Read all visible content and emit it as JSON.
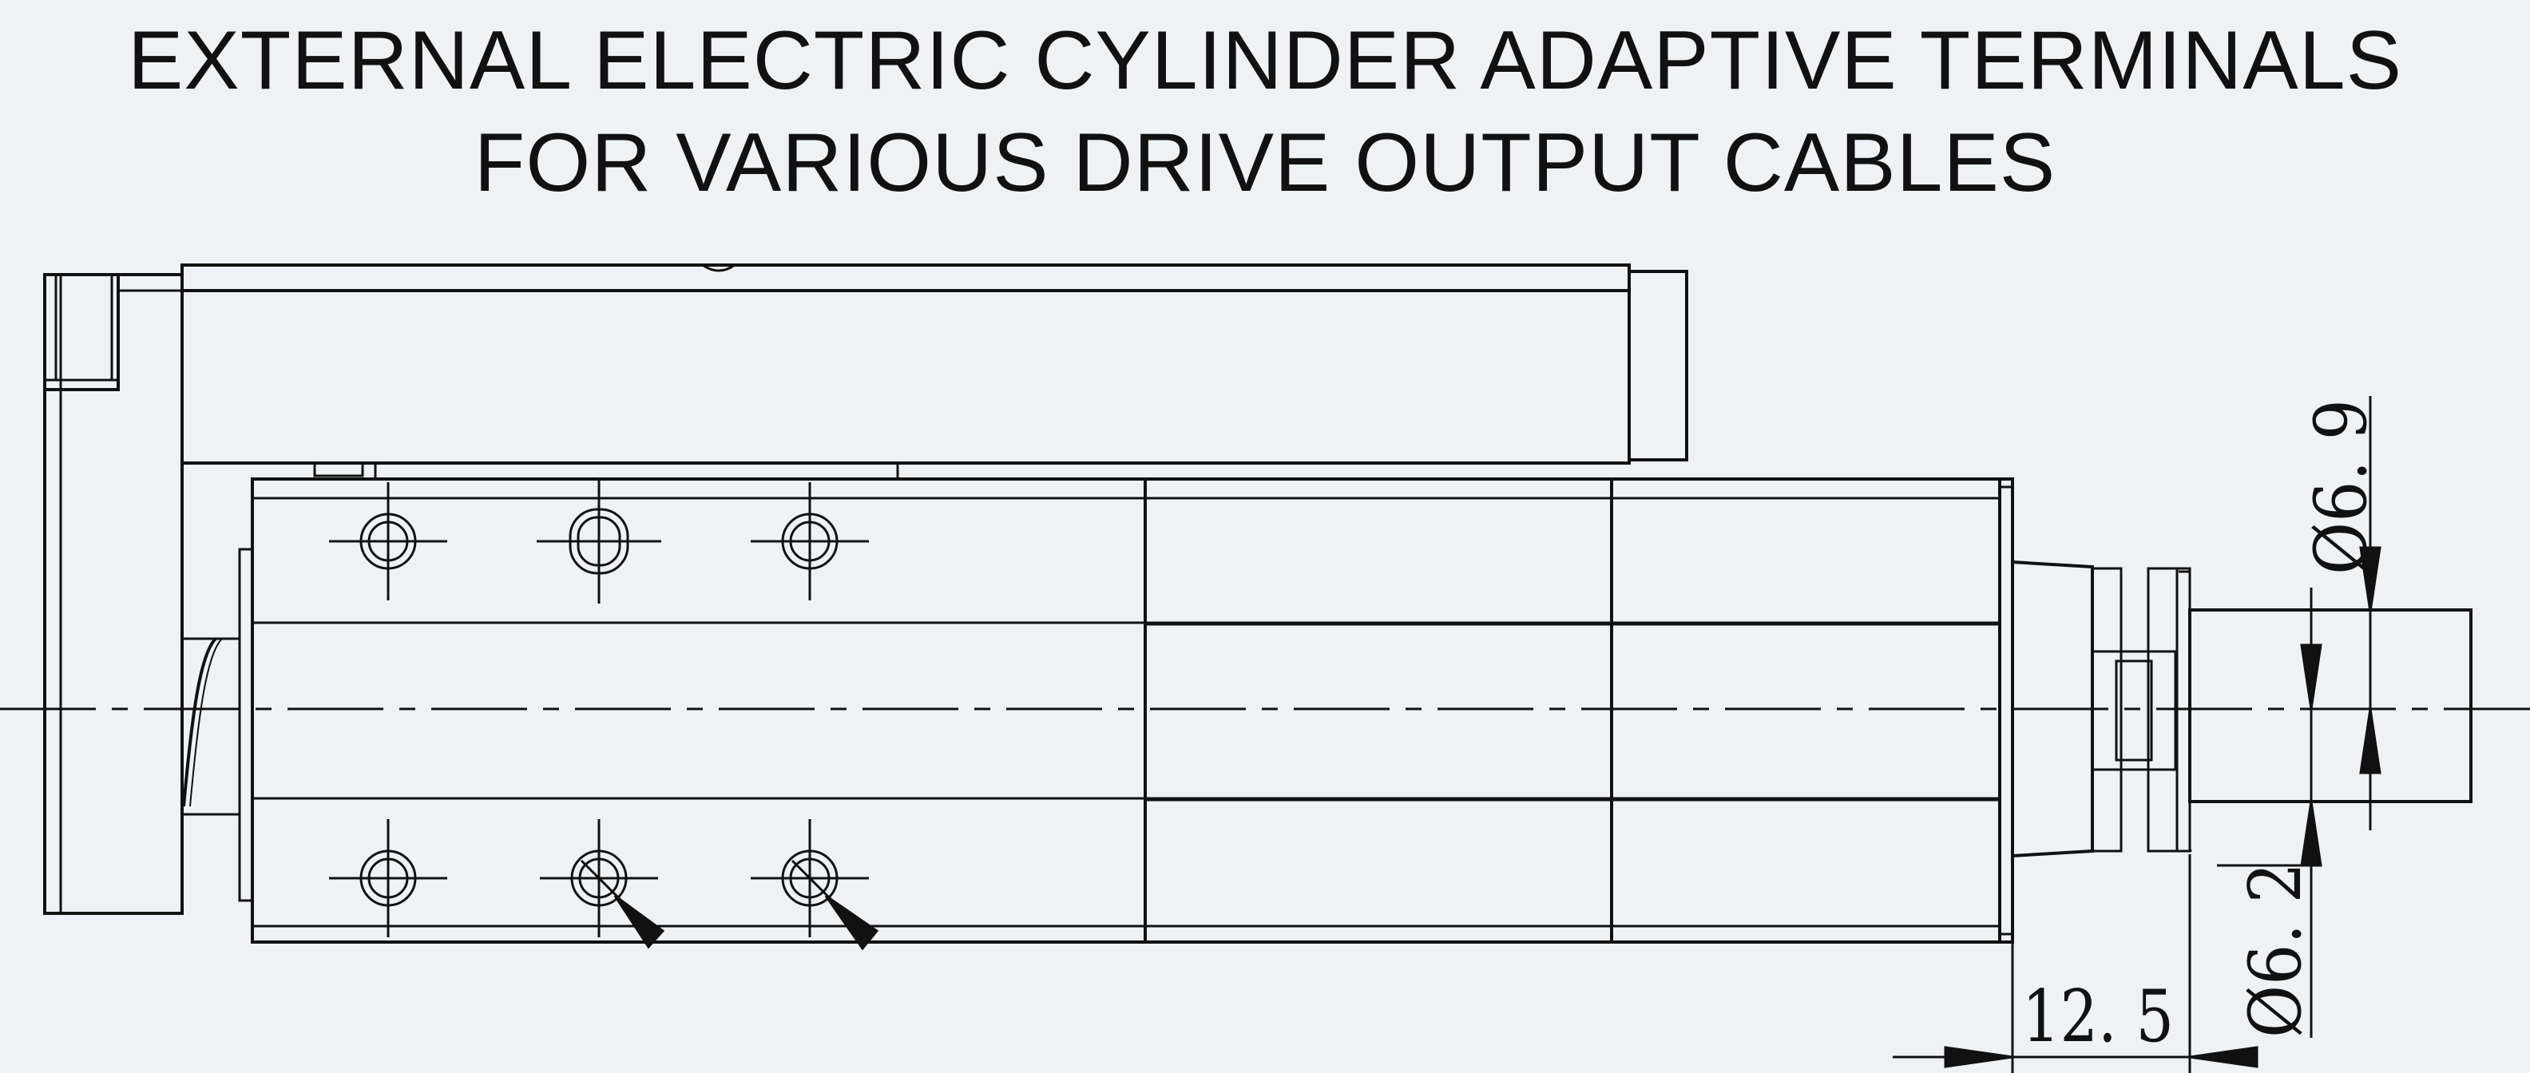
{
  "title": {
    "line1": "EXTERNAL ELECTRIC CYLINDER ADAPTIVE TERMINALS",
    "line2": "FOR VARIOUS DRIVE OUTPUT CABLES"
  },
  "dimensions": {
    "length": "12. 5",
    "diameter_outer": "Ø6. 9",
    "diameter_inner": "Ø6. 2"
  },
  "colors": {
    "background": "#eef2f5",
    "line": "#111111"
  }
}
